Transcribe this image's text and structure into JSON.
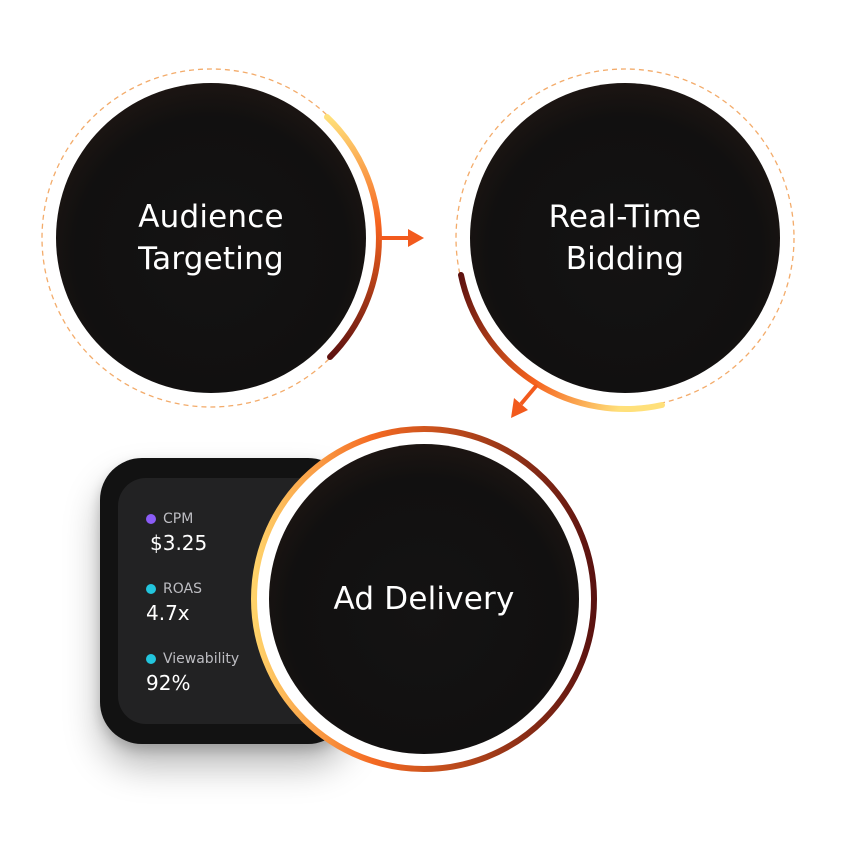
{
  "steps": [
    {
      "line1": "Audience",
      "line2": "Targeting"
    },
    {
      "line1": "Real-Time",
      "line2": "Bidding"
    },
    {
      "line1": "Ad Delivery"
    }
  ],
  "metrics": [
    {
      "label": "CPM",
      "value": "$3.25",
      "dot_color": "#8b5cf6"
    },
    {
      "label": "ROAS",
      "value": "4.7x",
      "dot_color": "#22c5dd"
    },
    {
      "label": "Viewability",
      "value": "92%",
      "dot_color": "#22c5dd"
    }
  ],
  "colors": {
    "circle_fill": "#0e0e0e",
    "accent_orange": "#f25a1d",
    "accent_yellow": "#ffd46a",
    "accent_dark_red": "#6b1411",
    "dashed_ring": "#f2a25a"
  }
}
